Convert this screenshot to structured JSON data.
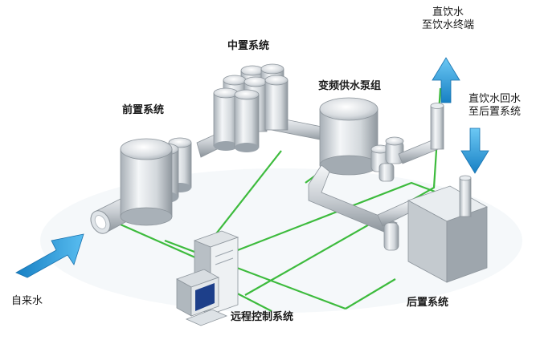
{
  "labels": {
    "pre_system": "前置系统",
    "mid_system": "中置系统",
    "pump_group": "变频供水泵组",
    "direct_out_line1": "直饮水",
    "direct_out_line2": "至饮水终端",
    "return_line1": "直饮水回水",
    "return_line2": "至后置系统",
    "tap_water": "自来水",
    "remote_control": "远程控制系统",
    "post_system": "后置系统"
  },
  "colors": {
    "arrow_blue": "#1e8fd0",
    "arrow_blue_light": "#59bdf0",
    "control_line_green": "#3dbb3d",
    "steel_light": "#f2f4f6",
    "steel_dark": "#9aa3ab"
  }
}
